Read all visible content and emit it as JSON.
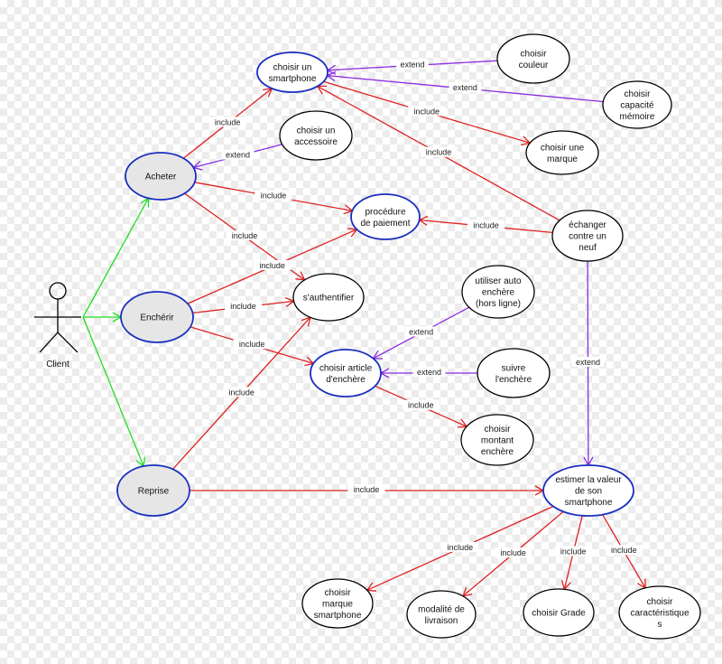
{
  "colors": {
    "include": "#e02020",
    "extend": "#8a2be2",
    "association": "#22dd22",
    "primary_fill": "#e6e6e6",
    "primary_stroke": "#1a2fbf"
  },
  "actor": {
    "label": "Client"
  },
  "use_cases": [
    {
      "id": "choisir-un-smartphone",
      "lines": [
        "choisir un",
        "smartphone"
      ],
      "style": "blue"
    },
    {
      "id": "choisir-couleur",
      "lines": [
        "choisir",
        "couleur"
      ],
      "style": "plain"
    },
    {
      "id": "choisir-capacite-memoire",
      "lines": [
        "choisir",
        "capacité",
        "mémoire"
      ],
      "style": "plain"
    },
    {
      "id": "choisir-un-accessoire",
      "lines": [
        "choisir un",
        "accessoire"
      ],
      "style": "plain"
    },
    {
      "id": "choisir-une-marque",
      "lines": [
        "choisir une",
        "marque"
      ],
      "style": "plain"
    },
    {
      "id": "acheter",
      "lines": [
        "Acheter"
      ],
      "style": "primary"
    },
    {
      "id": "procedure-de-paiement",
      "lines": [
        "procédure",
        "de paiement"
      ],
      "style": "blue"
    },
    {
      "id": "echanger-contre-un-neuf",
      "lines": [
        "échanger",
        "contre un",
        "neuf"
      ],
      "style": "plain"
    },
    {
      "id": "encherir",
      "lines": [
        "Enchérir"
      ],
      "style": "primary"
    },
    {
      "id": "s-authentifier",
      "lines": [
        "s'authentifier"
      ],
      "style": "plain"
    },
    {
      "id": "utiliser-auto-enchere",
      "lines": [
        "utiliser auto",
        "enchère",
        "(hors ligne)"
      ],
      "style": "plain"
    },
    {
      "id": "choisir-article-d-enchere",
      "lines": [
        "choisir article",
        "d'enchère"
      ],
      "style": "blue"
    },
    {
      "id": "suivre-l-enchere",
      "lines": [
        "suivre",
        "l'enchère"
      ],
      "style": "plain"
    },
    {
      "id": "choisir-montant-enchere",
      "lines": [
        "choisir",
        "montant",
        "enchère"
      ],
      "style": "plain"
    },
    {
      "id": "reprise",
      "lines": [
        "Reprise"
      ],
      "style": "primary"
    },
    {
      "id": "estimer-la-valeur",
      "lines": [
        "estimer la valeur",
        "de son",
        "smartphone"
      ],
      "style": "blue"
    },
    {
      "id": "choisir-marque-smartphone",
      "lines": [
        "choisir",
        "marque",
        "smartphone"
      ],
      "style": "plain"
    },
    {
      "id": "modalite-de-livraison",
      "lines": [
        "modalité de",
        "livraison"
      ],
      "style": "plain"
    },
    {
      "id": "choisir-grade",
      "lines": [
        "choisir Grade"
      ],
      "style": "plain"
    },
    {
      "id": "choisir-caracteristiques",
      "lines": [
        "choisir",
        "caractéristique",
        "s"
      ],
      "style": "plain"
    }
  ],
  "relations": [
    {
      "from": "actor",
      "to": "acheter",
      "kind": "association",
      "label": ""
    },
    {
      "from": "actor",
      "to": "encherir",
      "kind": "association",
      "label": ""
    },
    {
      "from": "actor",
      "to": "reprise",
      "kind": "association",
      "label": ""
    },
    {
      "from": "acheter",
      "to": "choisir-un-smartphone",
      "kind": "include",
      "label": "include"
    },
    {
      "from": "choisir-couleur",
      "to": "choisir-un-smartphone",
      "kind": "extend",
      "label": "extend"
    },
    {
      "from": "choisir-capacite-memoire",
      "to": "choisir-un-smartphone",
      "kind": "extend",
      "label": "extend"
    },
    {
      "from": "choisir-un-accessoire",
      "to": "acheter",
      "kind": "extend",
      "label": "extend"
    },
    {
      "from": "choisir-un-smartphone",
      "to": "choisir-une-marque",
      "kind": "include",
      "label": "include"
    },
    {
      "from": "echanger-contre-un-neuf",
      "to": "choisir-un-smartphone",
      "kind": "include",
      "label": "include"
    },
    {
      "from": "acheter",
      "to": "procedure-de-paiement",
      "kind": "include",
      "label": "include"
    },
    {
      "from": "echanger-contre-un-neuf",
      "to": "procedure-de-paiement",
      "kind": "include",
      "label": "include"
    },
    {
      "from": "acheter",
      "to": "s-authentifier",
      "kind": "include",
      "label": "include"
    },
    {
      "from": "encherir",
      "to": "procedure-de-paiement",
      "kind": "include",
      "label": "include"
    },
    {
      "from": "encherir",
      "to": "s-authentifier",
      "kind": "include",
      "label": "include"
    },
    {
      "from": "encherir",
      "to": "choisir-article-d-enchere",
      "kind": "include",
      "label": "include"
    },
    {
      "from": "utiliser-auto-enchere",
      "to": "choisir-article-d-enchere",
      "kind": "extend",
      "label": "extend"
    },
    {
      "from": "suivre-l-enchere",
      "to": "choisir-article-d-enchere",
      "kind": "extend",
      "label": "extend"
    },
    {
      "from": "choisir-article-d-enchere",
      "to": "choisir-montant-enchere",
      "kind": "include",
      "label": "include"
    },
    {
      "from": "reprise",
      "to": "s-authentifier",
      "kind": "include",
      "label": "include"
    },
    {
      "from": "reprise",
      "to": "estimer-la-valeur",
      "kind": "include",
      "label": "include"
    },
    {
      "from": "echanger-contre-un-neuf",
      "to": "estimer-la-valeur",
      "kind": "extend",
      "label": "extend"
    },
    {
      "from": "estimer-la-valeur",
      "to": "choisir-marque-smartphone",
      "kind": "include",
      "label": "include"
    },
    {
      "from": "estimer-la-valeur",
      "to": "modalite-de-livraison",
      "kind": "include",
      "label": "include"
    },
    {
      "from": "estimer-la-valeur",
      "to": "choisir-grade",
      "kind": "include",
      "label": "include"
    },
    {
      "from": "estimer-la-valeur",
      "to": "choisir-caracteristiques",
      "kind": "include",
      "label": "include"
    }
  ]
}
